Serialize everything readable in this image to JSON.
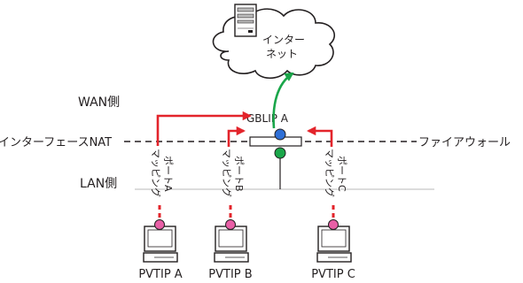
{
  "internet": {
    "line1": "インター",
    "line2": "ネット"
  },
  "zones": {
    "wan": "WAN側",
    "lan": "LAN側"
  },
  "boundary": {
    "left": "インターフェースNAT",
    "right": "ファイアウォール"
  },
  "global_ip": "GBLIP A",
  "mapping_ports": [
    {
      "line1": "マッピング",
      "line2": "ポートA"
    },
    {
      "line1": "マッピング",
      "line2": "ポートB"
    },
    {
      "line1": "マッピング",
      "line2": "ポートC"
    }
  ],
  "pcs": [
    {
      "label": "PVTIP A"
    },
    {
      "label": "PVTIP B"
    },
    {
      "label": "PVTIP C"
    }
  ],
  "colors": {
    "arrow": "#e3242b",
    "outbound_arrow": "#1aa64a",
    "port_node": "#e85fa6",
    "nat_node_top": "#2e6fd6",
    "nat_node_bottom": "#1aa64a",
    "line": "#231f20",
    "lan_bus": "#c8c8c8"
  }
}
